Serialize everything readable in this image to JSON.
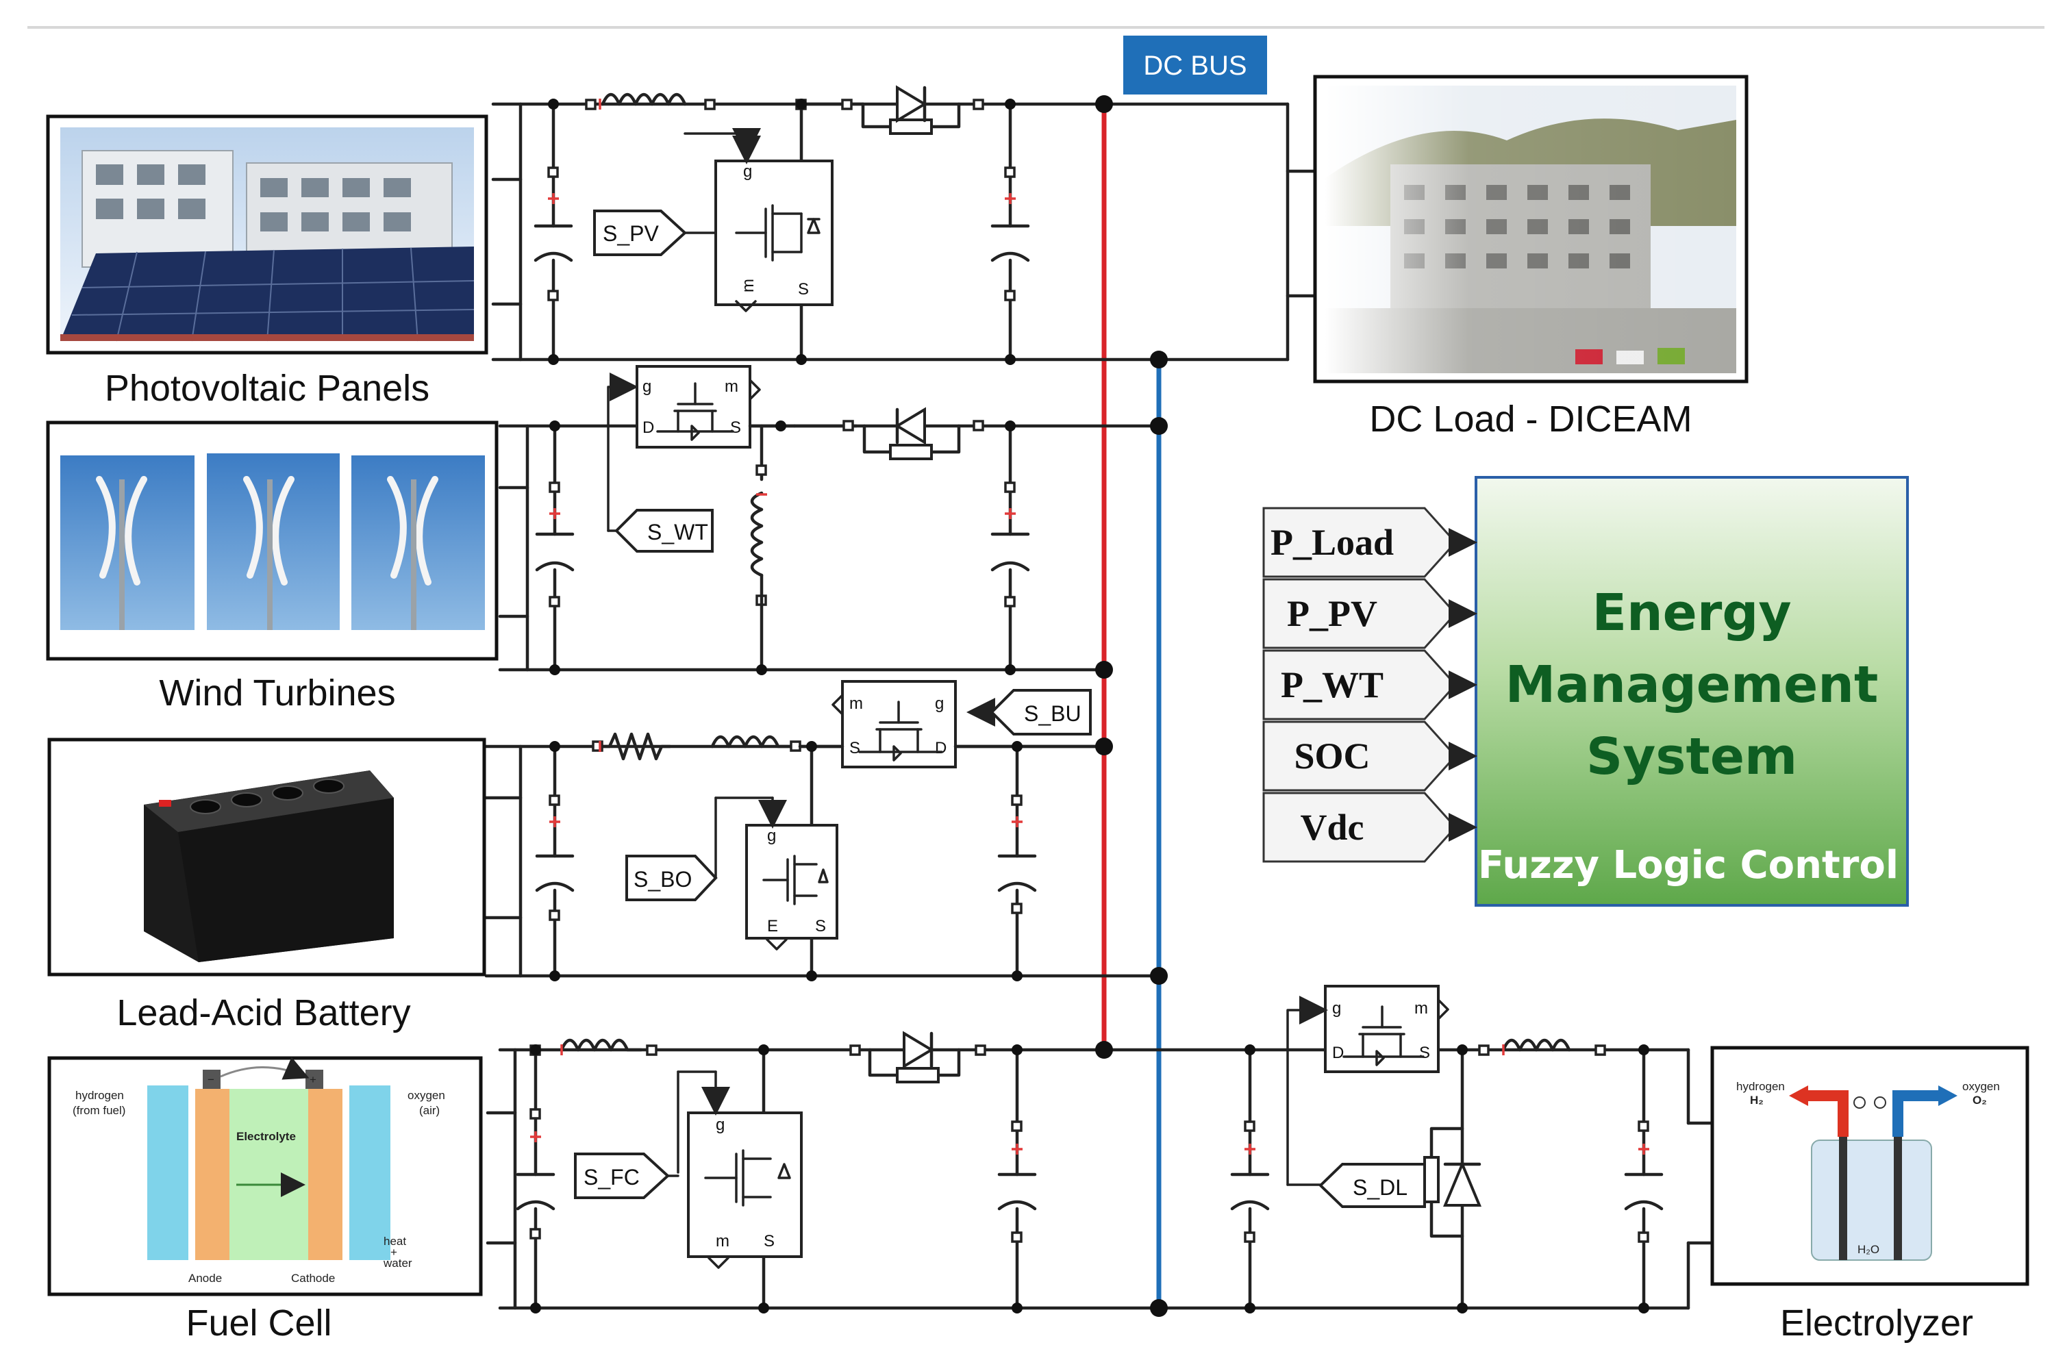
{
  "bus": {
    "label": "DC BUS"
  },
  "sources": {
    "pv": "Photovoltaic Panels",
    "wind": "Wind Turbines",
    "battery": "Lead-Acid Battery",
    "fuel_cell": "Fuel Cell",
    "load": "DC Load - DICEAM",
    "electrolyzer": "Electrolyzer"
  },
  "gate_tags": {
    "pv": "S_PV",
    "wt": "S_WT",
    "bu": "S_BU",
    "bo": "S_BO",
    "fc": "S_FC",
    "dl": "S_DL"
  },
  "ems": {
    "inputs": [
      "P_Load",
      "P_PV",
      "P_WT",
      "SOC",
      "Vdc"
    ],
    "title_lines": [
      "Energy",
      "Management",
      "System"
    ],
    "subtitle": "Fuzzy Logic Control"
  },
  "fuel_cell_diagram": {
    "hydrogen": "hydrogen",
    "from_fuel": "(from fuel)",
    "oxygen": "oxygen",
    "air": "(air)",
    "electrolyte": "Electrolyte",
    "anode": "Anode",
    "cathode": "Cathode",
    "heat": "heat",
    "plus": "+",
    "water": "water"
  },
  "electrolyzer_diagram": {
    "hydrogen": "hydrogen",
    "h2": "H₂",
    "oxygen": "oxygen",
    "o2": "O₂",
    "h2o": "H₂O"
  },
  "colors": {
    "red_bus": "#d9242a",
    "blue_bus": "#1f6fb8",
    "dc_bus_tag": "#1f6fb8",
    "ems_green": "#5ea84a",
    "ems_text": "#0e5e22"
  }
}
